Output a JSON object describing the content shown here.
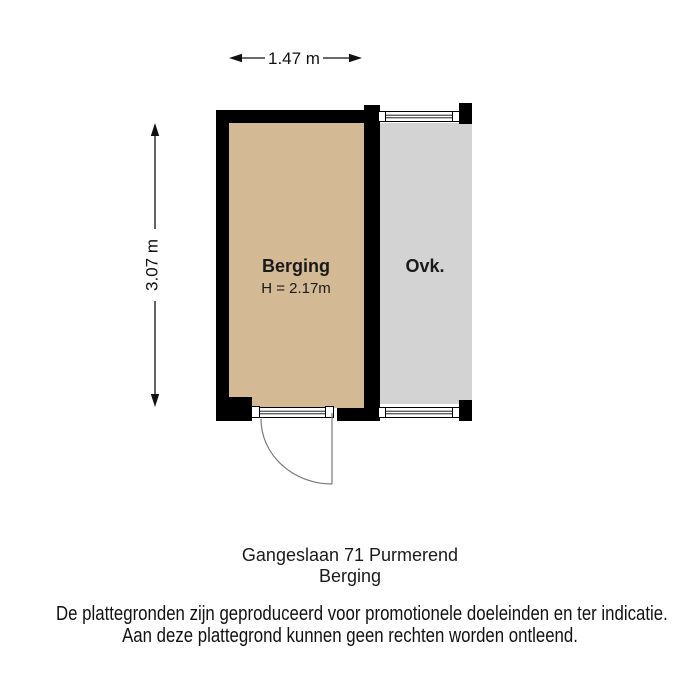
{
  "floorplan": {
    "dimensions": {
      "width_label": "1.47 m",
      "height_label": "3.07 m"
    },
    "rooms": {
      "berging": {
        "name": "Berging",
        "ceiling_height": "H = 2.17m",
        "floor_color": "#d3b994"
      },
      "ovk": {
        "name": "Ovk.",
        "floor_color": "#d3d3d3"
      }
    },
    "wall_color": "#000000"
  },
  "footer": {
    "address": "Gangeslaan 71 Purmerend",
    "subtitle": "Berging",
    "disclaimer_line1": "De plattegronden zijn geproduceerd voor promotionele doeleinden en ter indicatie.",
    "disclaimer_line2": "Aan deze plattegrond kunnen geen rechten worden ontleend."
  }
}
